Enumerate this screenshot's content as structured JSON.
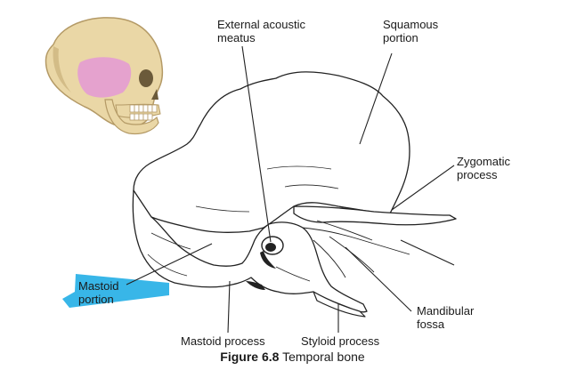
{
  "labels": {
    "external_acoustic_meatus": "External acoustic\nmeatus",
    "squamous_portion": "Squamous\nportion",
    "zygomatic_process": "Zygomatic\nprocess",
    "mandibular_fossa": "Mandibular\nfossa",
    "styloid_process": "Styloid process",
    "mastoid_process": "Mastoid process",
    "mastoid_portion": "Mastoid\nportion"
  },
  "caption": {
    "figure_number": "Figure 6.8",
    "title": "Temporal bone"
  },
  "colors": {
    "skull_bone": "#ead7a6",
    "skull_shadow": "#c9b07a",
    "temporal_highlight": "#e59fd0",
    "highlighter": "#38b6e8",
    "line_art": "#222222"
  }
}
